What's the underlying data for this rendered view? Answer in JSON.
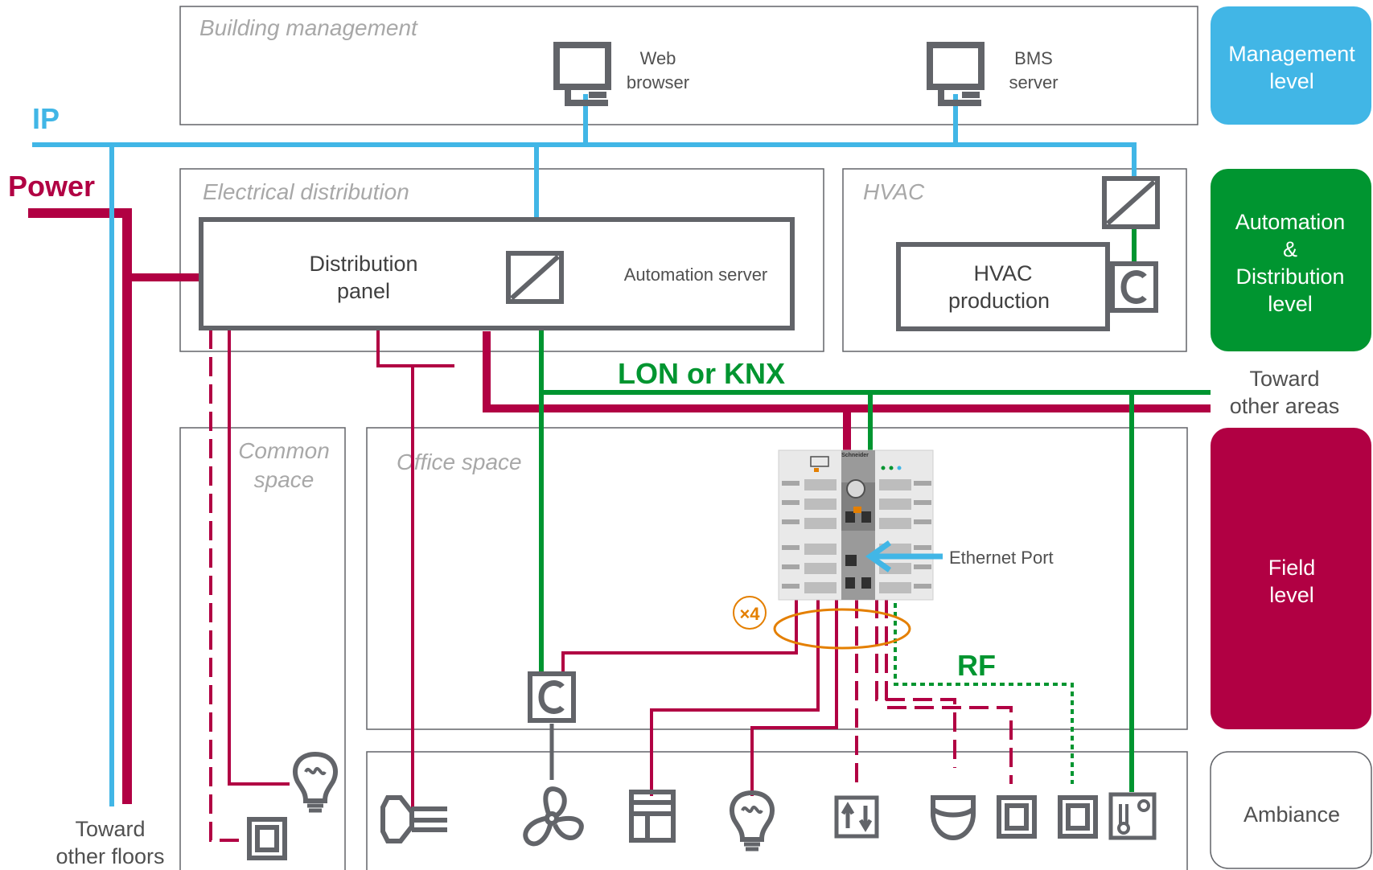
{
  "zones": {
    "building_management": "Building management",
    "electrical_distribution": "Electrical distribution",
    "hvac": "HVAC",
    "common_space": [
      "Common",
      "space"
    ],
    "office_space": "Office space"
  },
  "networks": {
    "ip": "IP",
    "power": "Power",
    "lon_knx": "LON or KNX",
    "rf": "RF"
  },
  "devices": {
    "web_browser": [
      "Web",
      "browser"
    ],
    "bms_server": [
      "BMS",
      "server"
    ],
    "distribution_panel": [
      "Distribution",
      "panel"
    ],
    "automation_server": "Automation server",
    "hvac_production": [
      "HVAC",
      "production"
    ],
    "ethernet_port": "Ethernet Port",
    "multiplier": "×4",
    "brand": "Schneider"
  },
  "destinations": {
    "other_areas": [
      "Toward",
      "other areas"
    ],
    "other_floors": [
      "Toward",
      "other floors"
    ]
  },
  "levels": [
    {
      "lines": [
        "Management",
        "level"
      ],
      "color": "#41b6e6"
    },
    {
      "lines": [
        "Automation",
        "&",
        "Distribution",
        "level"
      ],
      "color": "#009530"
    },
    {
      "lines": [
        "Field",
        "level"
      ],
      "color": "#b10043"
    },
    {
      "lines": [
        "Ambiance"
      ],
      "color": "#ffffff"
    }
  ],
  "colors": {
    "ip": "#41b6e6",
    "power": "#b10043",
    "bus": "#009530",
    "outline": "#626469",
    "highlight": "#e47f00"
  },
  "ambiance_icons": [
    "plug-icon",
    "fan-icon",
    "blind-icon",
    "lamp-icon",
    "lift-icon",
    "downlight-icon",
    "switch-icon",
    "switch-icon",
    "thermostat-icon"
  ]
}
